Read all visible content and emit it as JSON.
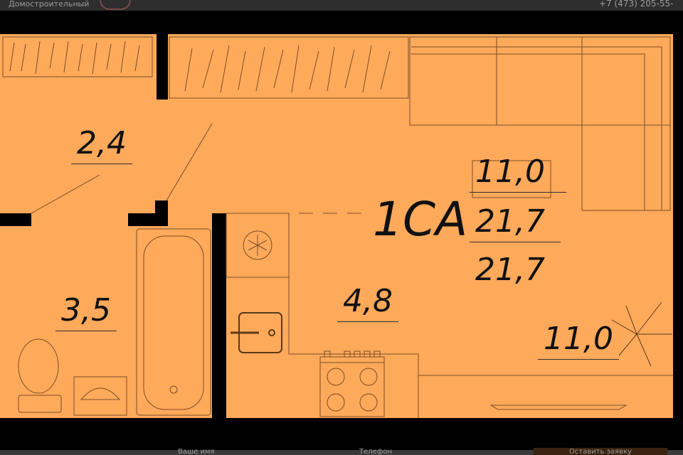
{
  "header": {
    "brand_text": "Домостроительный",
    "phone": "+7 (473) 205-55-"
  },
  "footer": {
    "name_field": "Ваше имя",
    "phone_field": "Телефон",
    "submit": "Оставить заявку"
  },
  "plan": {
    "type_code": "1СА",
    "summary": {
      "living_area": "11,0",
      "total_area": "21,7",
      "total_area_with_balcony": "21,7"
    },
    "rooms": {
      "hallway": "2,4",
      "bathroom": "3,5",
      "kitchen": "4,8",
      "living_room": "11,0"
    }
  },
  "colors": {
    "floor": "#FFA95B",
    "wall": "#000000",
    "line": "#8a5a2a"
  }
}
